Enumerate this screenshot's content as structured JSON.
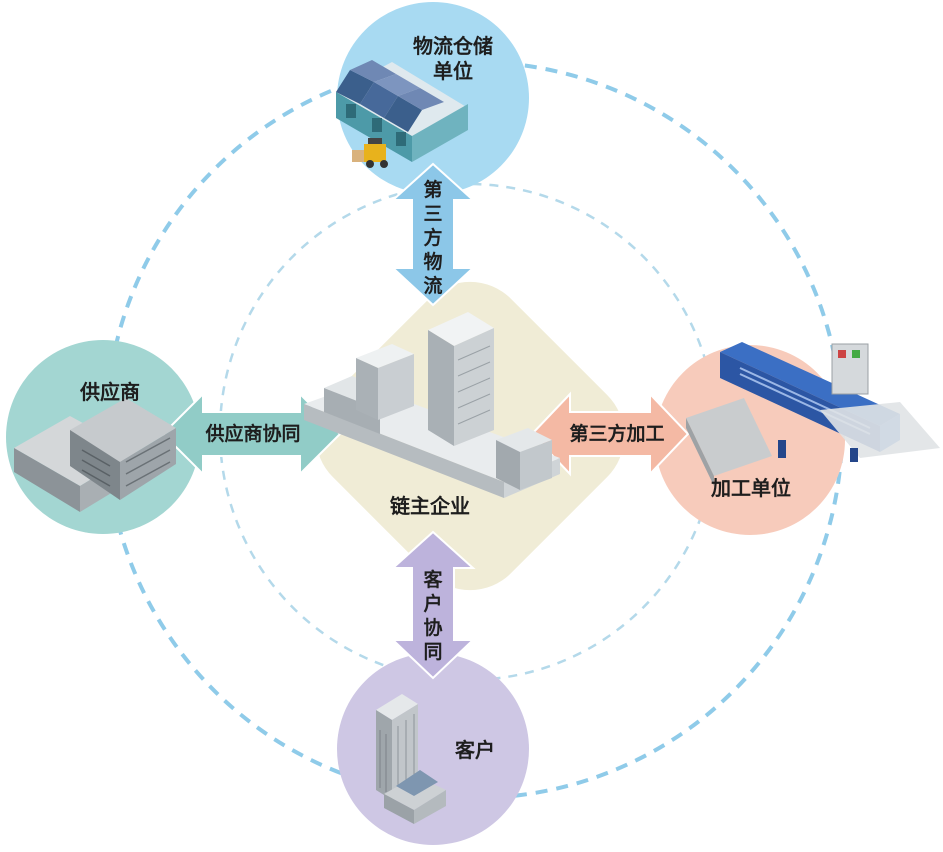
{
  "center": {
    "label": "链主企业"
  },
  "nodes": {
    "logistics": {
      "label_line1": "物流仓储",
      "label_line2": "单位"
    },
    "supplier": {
      "label": "供应商"
    },
    "processing": {
      "label": "加工单位"
    },
    "customer": {
      "label": "客户"
    }
  },
  "arrows": {
    "top": {
      "label": "第三方物流"
    },
    "left": {
      "label": "供应商协同"
    },
    "right": {
      "label": "第三方加工"
    },
    "bottom": {
      "label": "客户协同"
    }
  },
  "colors": {
    "logistics": "#a8daf2",
    "supplier": "#a3d6d2",
    "processing": "#f7cbbb",
    "customer": "#cec7e4",
    "center": "#f0ecd6",
    "ring": "#8fcbe9",
    "inner_ring": "#b4d9ea"
  }
}
